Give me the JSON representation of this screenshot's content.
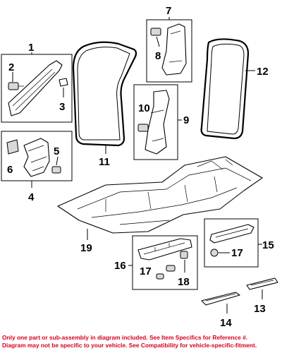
{
  "callouts": {
    "c1": "1",
    "c2": "2",
    "c3": "3",
    "c4": "4",
    "c5": "5",
    "c6": "6",
    "c7": "7",
    "c8": "8",
    "c9": "9",
    "c10": "10",
    "c11": "11",
    "c12": "12",
    "c13": "13",
    "c14": "14",
    "c15": "15",
    "c16": "16",
    "c17a": "17",
    "c17b": "17",
    "c18": "18",
    "c19": "19"
  },
  "disclaimer": {
    "line1": "Only one part or sub-assembly in diagram included. See Item Specifics for Reference #.",
    "line2": "Diagram may not be specific to your vehicle. See Compatibility for vehicle-specific-fitment."
  },
  "colors": {
    "disclaimer": "#d6001c",
    "line": "#000000",
    "shade": "#d9d9d9"
  }
}
